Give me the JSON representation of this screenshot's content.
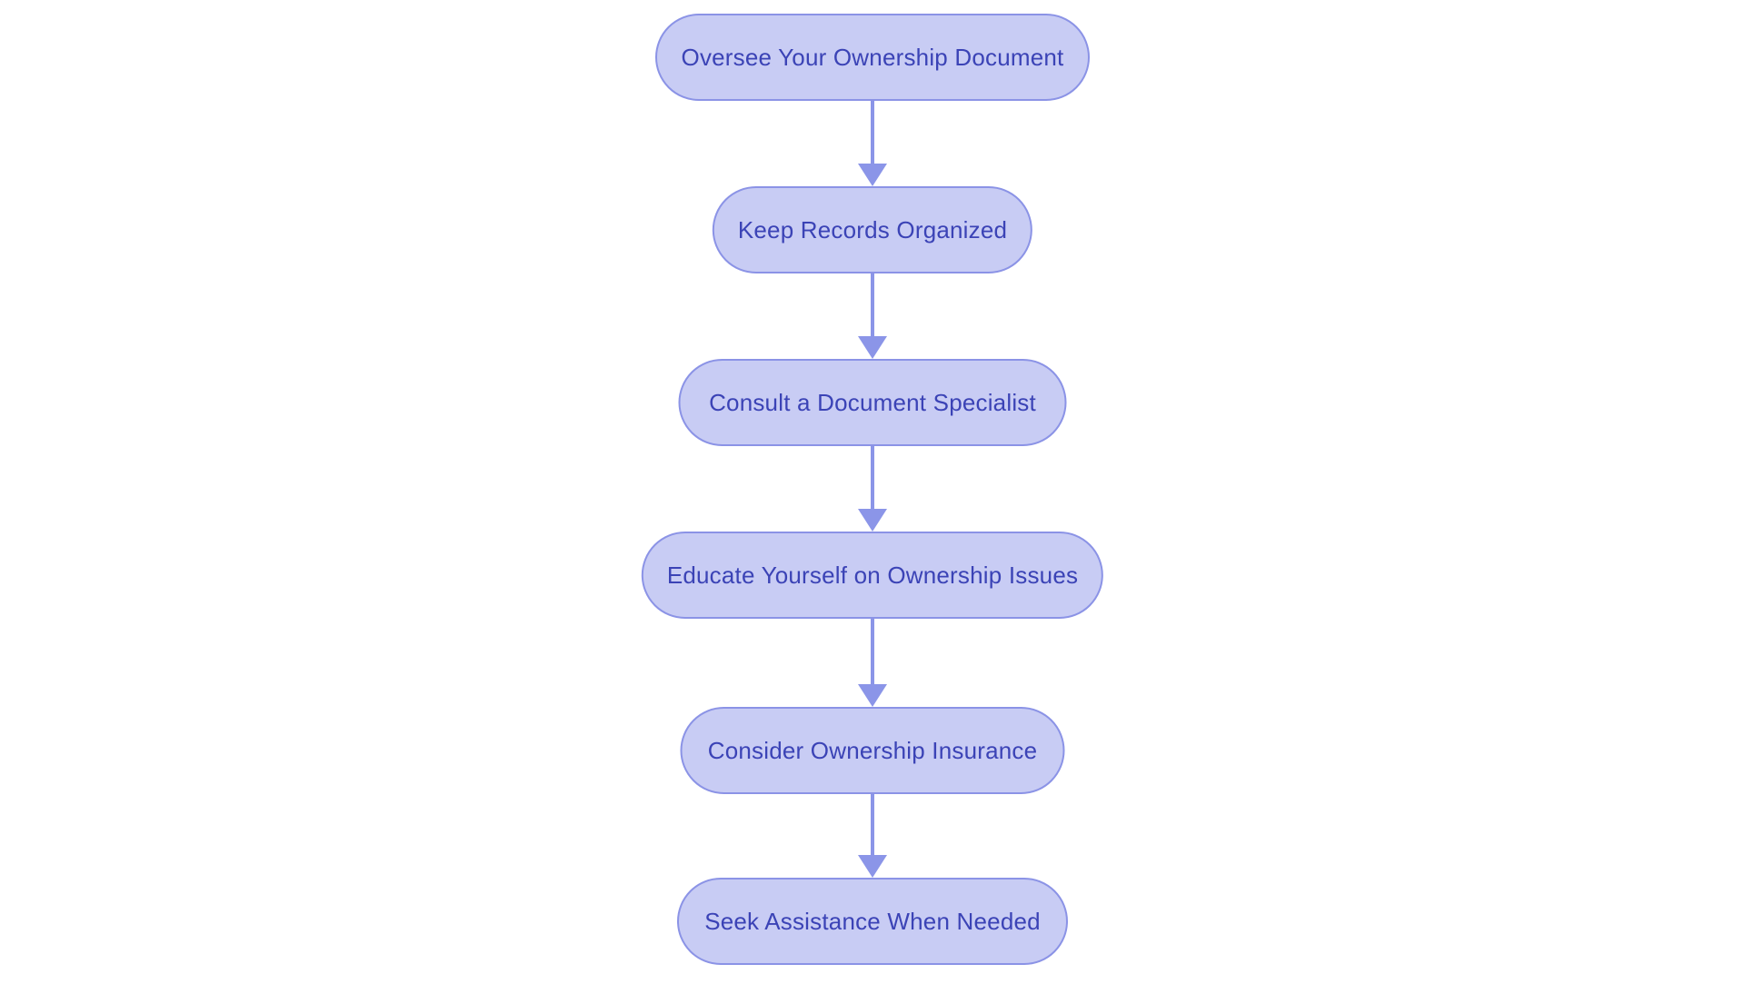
{
  "diagram": {
    "type": "flowchart",
    "direction": "top-down",
    "nodes": [
      {
        "id": "step-1",
        "label": "Oversee Your Ownership Document"
      },
      {
        "id": "step-2",
        "label": "Keep Records Organized"
      },
      {
        "id": "step-3",
        "label": "Consult a Document Specialist"
      },
      {
        "id": "step-4",
        "label": "Educate Yourself on Ownership Issues"
      },
      {
        "id": "step-5",
        "label": "Consider Ownership Insurance"
      },
      {
        "id": "step-6",
        "label": "Seek Assistance When Needed"
      }
    ],
    "edges": [
      {
        "from": "step-1",
        "to": "step-2"
      },
      {
        "from": "step-2",
        "to": "step-3"
      },
      {
        "from": "step-3",
        "to": "step-4"
      },
      {
        "from": "step-4",
        "to": "step-5"
      },
      {
        "from": "step-5",
        "to": "step-6"
      }
    ]
  },
  "colors": {
    "background": "#ffffff",
    "node_fill": "#c8ccf4",
    "node_border": "#8b93e6",
    "node_text": "#3b43b6",
    "arrow": "#8b95e8"
  }
}
